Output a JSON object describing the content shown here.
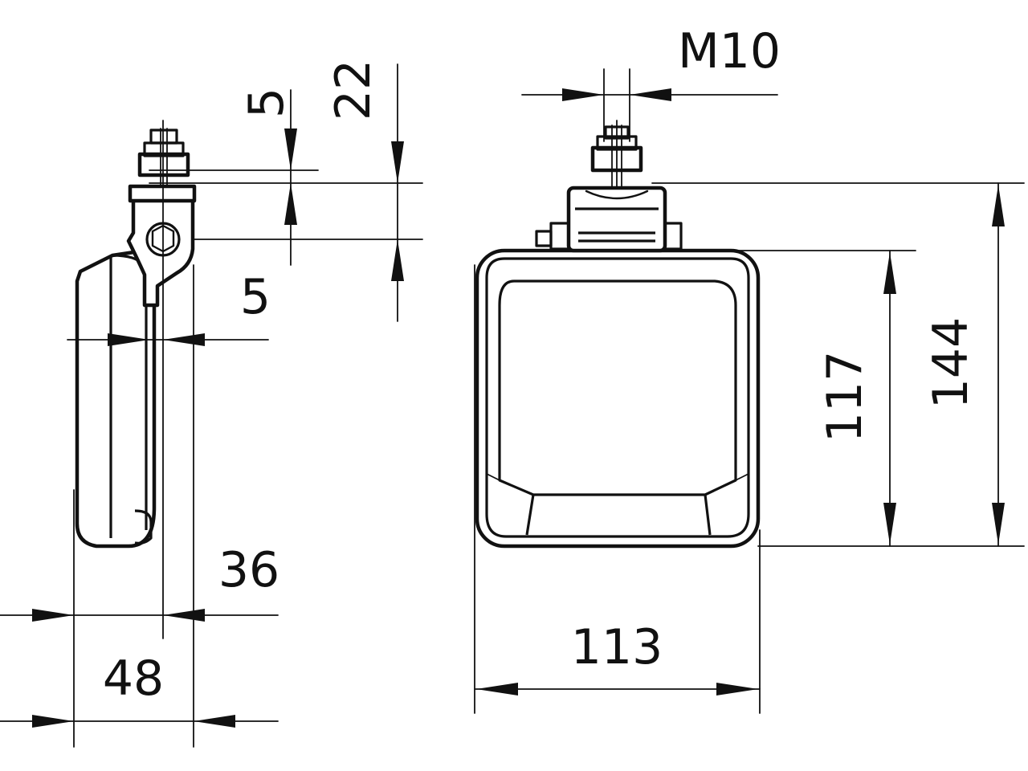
{
  "drawing": {
    "dimensions": {
      "side_top_offset": "5",
      "bracket_height": "22",
      "bracket_offset": "5",
      "mount_depth": "36",
      "total_depth": "48",
      "thread": "M10",
      "lens_height": "117",
      "total_height": "144",
      "width": "113"
    }
  }
}
